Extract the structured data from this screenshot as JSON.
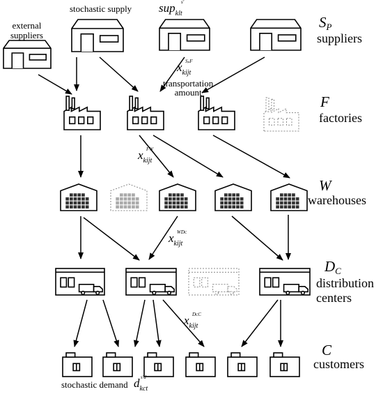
{
  "levels": [
    {
      "symbol": "S",
      "subscript": "P",
      "name": "suppliers"
    },
    {
      "symbol": "F",
      "subscript": "",
      "name": "factories"
    },
    {
      "symbol": "W",
      "subscript": "",
      "name": "warehouses"
    },
    {
      "symbol": "D",
      "subscript": "C",
      "name": "distribution\ncenters"
    },
    {
      "symbol": "C",
      "subscript": "",
      "name": "customers"
    }
  ],
  "annotations": {
    "external_suppliers": "external\nsuppliers",
    "stochastic_supply": "stochastic supply",
    "stochastic_supply_var": {
      "main": "sup",
      "sub": "klt",
      "sup": "s′"
    },
    "transportation_amount": "transportation\namount",
    "stochastic_demand": "stochastic demand",
    "stochastic_demand_var": {
      "main": "d",
      "sub": "kct",
      "sup": "s′d"
    }
  },
  "flow_variables": [
    {
      "main": "x",
      "sub": "kijt",
      "sup": "SₚF"
    },
    {
      "main": "x",
      "sub": "kijt",
      "sup": "FW"
    },
    {
      "main": "x",
      "sub": "kijt",
      "sup": "WDᴄ"
    },
    {
      "main": "x",
      "sub": "kijt",
      "sup": "DᴄC"
    }
  ],
  "nodes": {
    "suppliers": [
      {
        "kind": "external",
        "active": true
      },
      {
        "active": true
      },
      {
        "active": true
      },
      {
        "active": true
      }
    ],
    "factories": [
      {
        "active": true
      },
      {
        "active": true
      },
      {
        "active": true
      },
      {
        "active": false
      }
    ],
    "warehouses": [
      {
        "active": true
      },
      {
        "active": false
      },
      {
        "active": true
      },
      {
        "active": true
      },
      {
        "active": true
      }
    ],
    "distribution_centers": [
      {
        "active": true
      },
      {
        "active": true
      },
      {
        "active": false
      },
      {
        "active": true
      }
    ],
    "customers": [
      {
        "active": true
      },
      {
        "active": true
      },
      {
        "active": true
      },
      {
        "active": true
      },
      {
        "active": true
      },
      {
        "active": true
      }
    ]
  }
}
